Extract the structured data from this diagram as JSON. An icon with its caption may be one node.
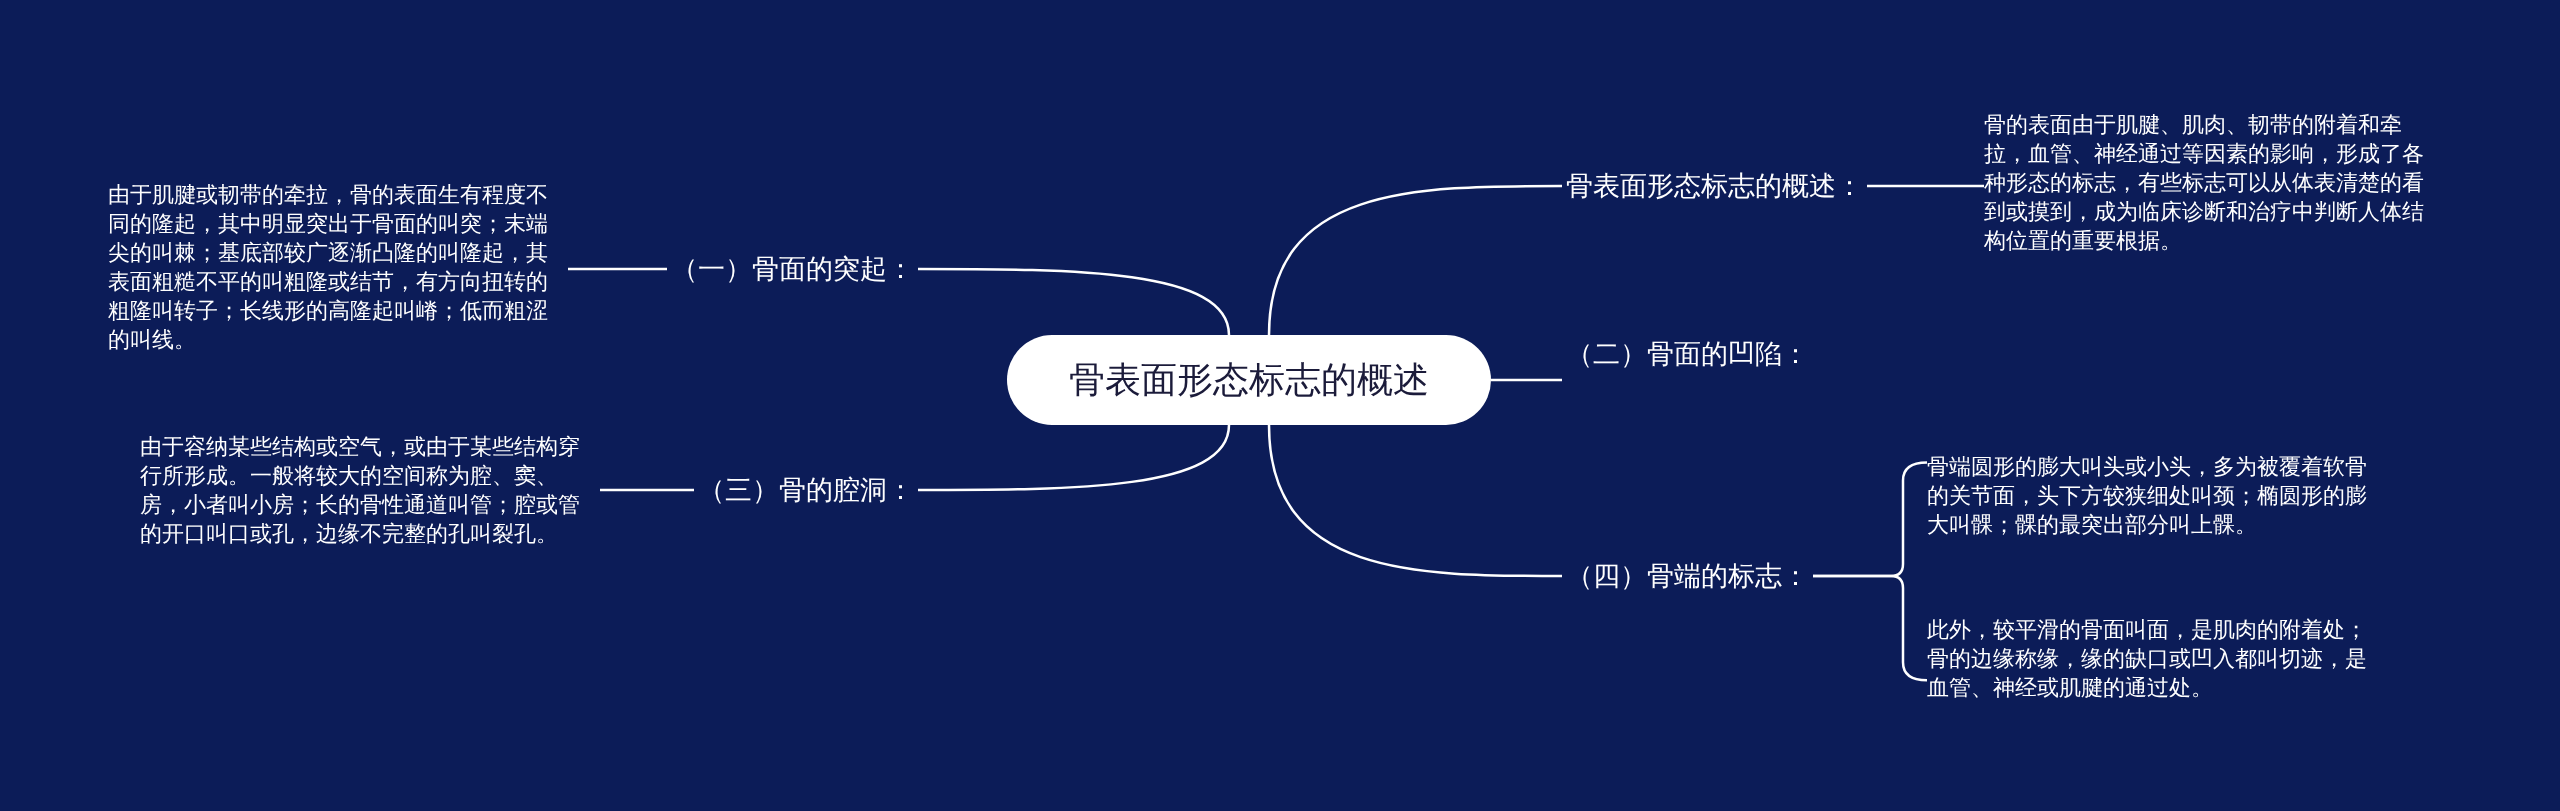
{
  "diagram": {
    "nodes": [
      {
        "text": [
          "骨表面形态标志的概述"
        ]
      },
      {
        "text": [
          "骨表面形态标志的概述："
        ]
      },
      {
        "text": [
          "骨的表面由于肌腱、肌肉、韧带的附着和牵拉，血管、神经通过等因素的影响，形成了各种形态的标志，有些标志可以从体表清楚的看到或摸到，成为临床诊断和治疗中判断人体结构位置的重要根据。"
        ]
      },
      {
        "text": [
          "（一）骨面的突起："
        ]
      },
      {
        "text": [
          "由于肌腱或韧带的牵拉，骨的表面生有程度不同的隆起，其中明显突出于骨面的叫突；末端尖的叫棘；基底部较广逐渐凸隆的叫隆起，其表面粗糙不平的叫粗隆或结节，有方向扭转的粗隆叫转子；长线形的高隆起叫嵴；低而粗涩的叫线。"
        ]
      },
      {
        "text": [
          "（二）骨面的凹陷："
        ]
      },
      {
        "text": [
          "（三）骨的腔洞："
        ]
      },
      {
        "text": [
          "由于容纳某些结构或空气，或由于某些结构穿行所形成。一般将较大的空间称为腔、窦、房，小者叫小房；长的骨性通道叫管；腔或管的开口叫口或孔，边缘不完整的孔叫裂孔。"
        ]
      },
      {
        "text": [
          "（四）骨端的标志："
        ]
      },
      {
        "text": [
          "骨端圆形的膨大叫头或小头，多为被覆着软骨的关节面，头下方较狭细处叫颈；椭圆形的膨大叫髁；髁的最突出部分叫上髁。"
        ]
      },
      {
        "text": [
          "此外，较平滑的骨面叫面，是肌肉的附着处；骨的边缘称缘，缘的缺口或凹入都叫切迹，是血管、神经或肌腱的通过处。"
        ]
      }
    ],
    "edges": [
      {
        "from": 0,
        "to": 1,
        "arrow": "none"
      },
      {
        "from": 0,
        "to": 3,
        "arrow": "none"
      },
      {
        "from": 0,
        "to": 5,
        "arrow": "none"
      },
      {
        "from": 0,
        "to": 6,
        "arrow": "none"
      },
      {
        "from": 0,
        "to": 8,
        "arrow": "none"
      },
      {
        "from": 1,
        "to": 2,
        "arrow": "none"
      },
      {
        "from": 3,
        "to": 4,
        "arrow": "none"
      },
      {
        "from": 6,
        "to": 7,
        "arrow": "none"
      },
      {
        "from": 8,
        "to": 9,
        "arrow": "none"
      },
      {
        "from": 8,
        "to": 10,
        "arrow": "none"
      }
    ]
  }
}
